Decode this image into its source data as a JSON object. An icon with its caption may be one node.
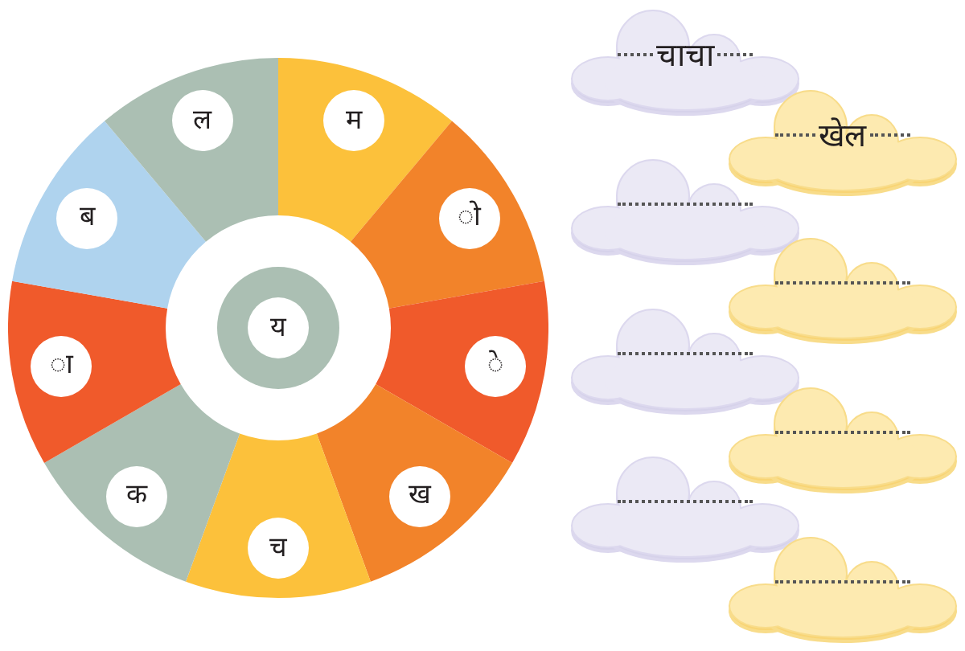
{
  "diagram": {
    "nodes": [
      {
        "text": [
          "म"
        ]
      },
      {
        "text": [
          "ो"
        ]
      },
      {
        "text": [
          "े"
        ]
      },
      {
        "text": [
          "ख"
        ]
      },
      {
        "text": [
          "च"
        ]
      },
      {
        "text": [
          "क"
        ]
      },
      {
        "text": [
          "ा"
        ]
      },
      {
        "text": [
          "ब"
        ]
      },
      {
        "text": [
          "ल"
        ]
      },
      {
        "text": [
          "य"
        ]
      },
      {
        "text": [
          "चाचा"
        ]
      },
      {
        "text": [
          "खेल"
        ]
      },
      {
        "text": [],
        "shape": "cloud"
      },
      {
        "text": [],
        "shape": "cloud"
      },
      {
        "text": [],
        "shape": "cloud"
      },
      {
        "text": [],
        "shape": "cloud"
      },
      {
        "text": [],
        "shape": "cloud"
      },
      {
        "text": [],
        "shape": "cloud"
      }
    ]
  }
}
